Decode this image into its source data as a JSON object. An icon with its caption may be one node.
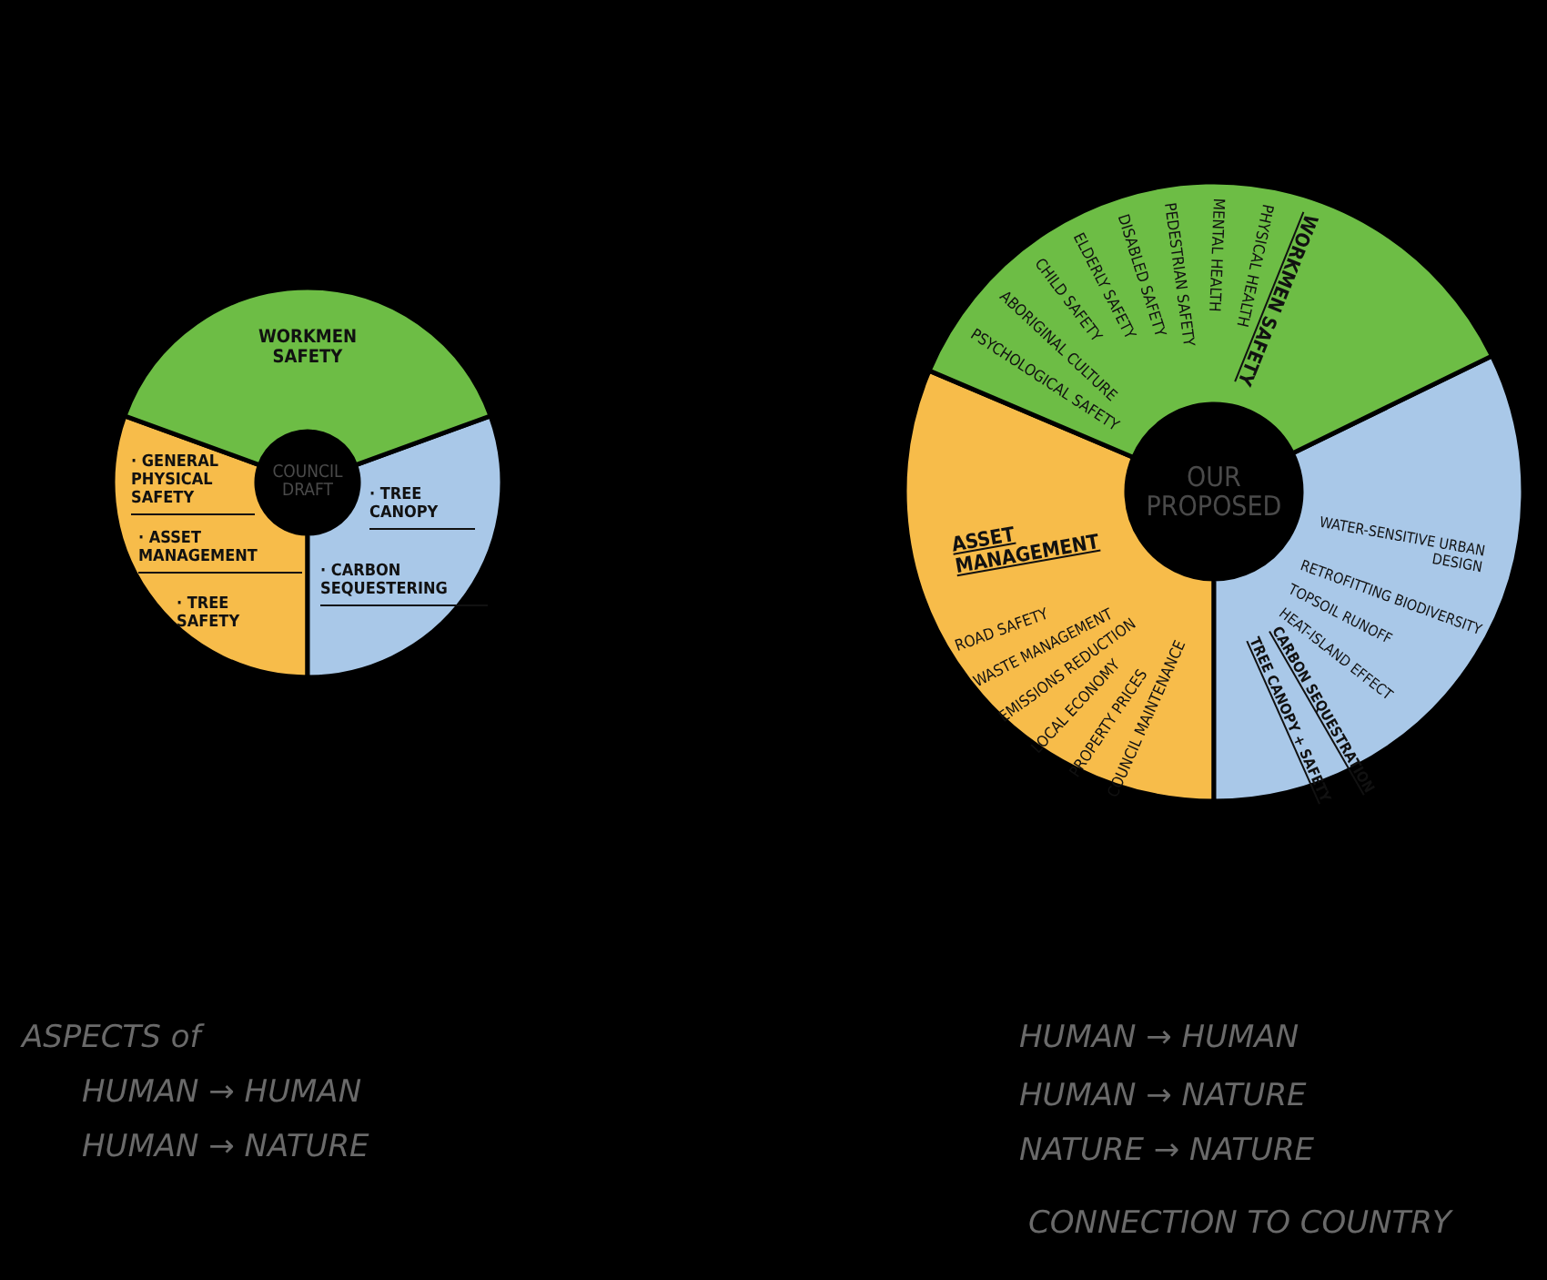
{
  "diagram": {
    "nodes": [
      {
        "text": [
          "WORKMEN SAFETY"
        ]
      },
      {
        "text": [
          "· GENERAL PHYSICAL SAFETY",
          "· ASSET MANAGEMENT",
          "· TREE SAFETY"
        ]
      },
      {
        "text": [
          "· TREE CANOPY",
          "· CARBON SEQUESTERING"
        ]
      },
      {
        "text": [
          "COUNCIL DRAFT"
        ]
      },
      {
        "text": [
          "WORKMEN SAFETY",
          "PHYSICAL HEALTH",
          "MENTAL HEALTH",
          "PEDESTRIAN SAFETY",
          "DISABLED SAFETY",
          "ELDERLY SAFETY",
          "CHILD SAFETY",
          "ABORIGINAL CULTURE",
          "PSYCHOLOGICAL SAFETY"
        ]
      },
      {
        "text": [
          "ASSET MANAGEMENT",
          "ROAD SAFETY",
          "WASTE MANAGEMENT",
          "EMISSIONS REDUCTION",
          "LOCAL ECONOMY",
          "PROPERTY PRICES",
          "COUNCIL MAINTENANCE"
        ]
      },
      {
        "text": [
          "WATER-SENSITIVE URBAN DESIGN",
          "RETROFITTING BIODIVERSITY",
          "TOPSOIL RUNOFF",
          "HEAT-ISLAND EFFECT",
          "CARBON SEQUESTRATION",
          "TREE CANOPY + SAFETY"
        ]
      },
      {
        "text": [
          "OUR PROPOSED"
        ]
      }
    ],
    "labels": [
      "ASPECTS of",
      "HUMAN → HUMAN",
      "HUMAN → NATURE",
      "HUMAN → HUMAN",
      "HUMAN → NATURE",
      "NATURE → NATURE",
      "CONNECTION TO COUNTRY"
    ]
  }
}
